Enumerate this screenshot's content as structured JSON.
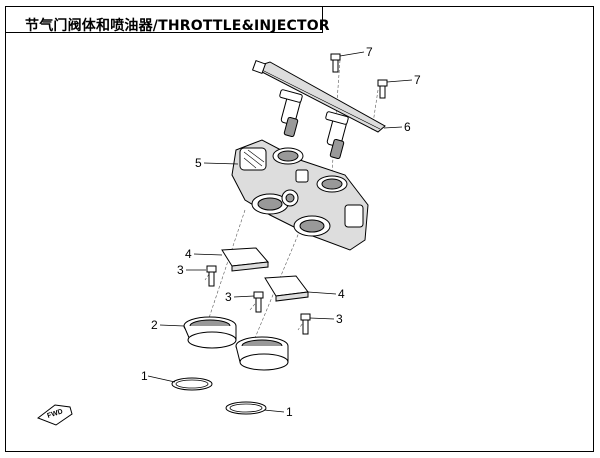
{
  "title": "节气门阀体和喷油器/THROTTLE&INJECTOR",
  "callouts": [
    {
      "num": "1",
      "part": "o-ring upper"
    },
    {
      "num": "1",
      "part": "o-ring lower"
    },
    {
      "num": "2",
      "part": "intake pipe"
    },
    {
      "num": "3",
      "part": "bolt left"
    },
    {
      "num": "3",
      "part": "bolt middle"
    },
    {
      "num": "3",
      "part": "bolt right"
    },
    {
      "num": "4",
      "part": "gasket left"
    },
    {
      "num": "4",
      "part": "gasket right"
    },
    {
      "num": "5",
      "part": "throttle body"
    },
    {
      "num": "6",
      "part": "fuel rail"
    },
    {
      "num": "7",
      "part": "bolt top"
    },
    {
      "num": "7",
      "part": "bolt top right"
    }
  ],
  "logo_text": "FWD"
}
